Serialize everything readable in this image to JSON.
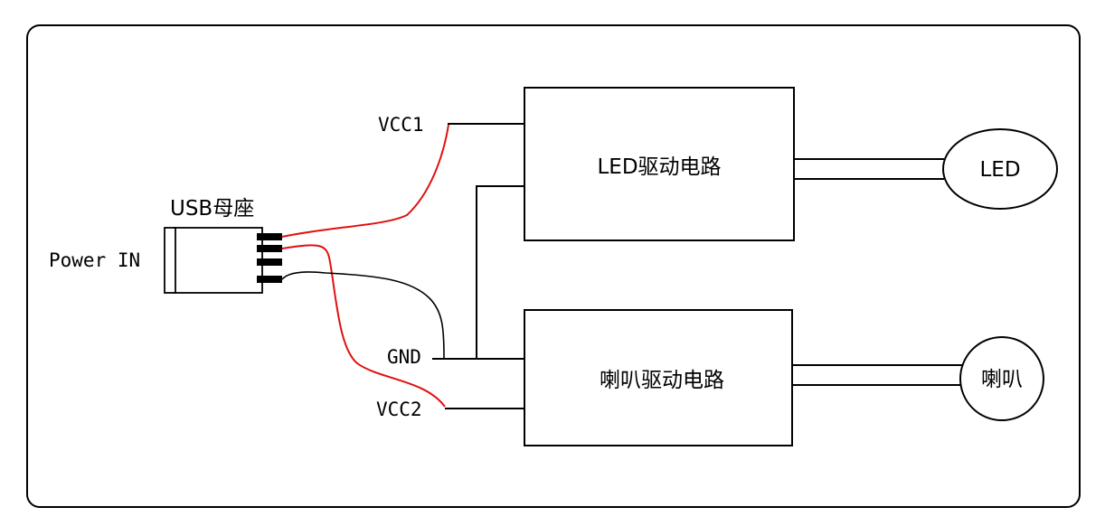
{
  "labels": {
    "power_in": "Power IN",
    "usb_socket": "USB母座",
    "vcc1": "VCC1",
    "gnd": "GND",
    "vcc2": "VCC2",
    "led_driver": "LED驱动电路",
    "speaker_driver": "喇叭驱动电路",
    "led": "LED",
    "speaker": "喇叭"
  },
  "colors": {
    "vcc_wire": "#e01010",
    "gnd_wire": "#000000",
    "line": "#000000",
    "background": "#ffffff"
  }
}
